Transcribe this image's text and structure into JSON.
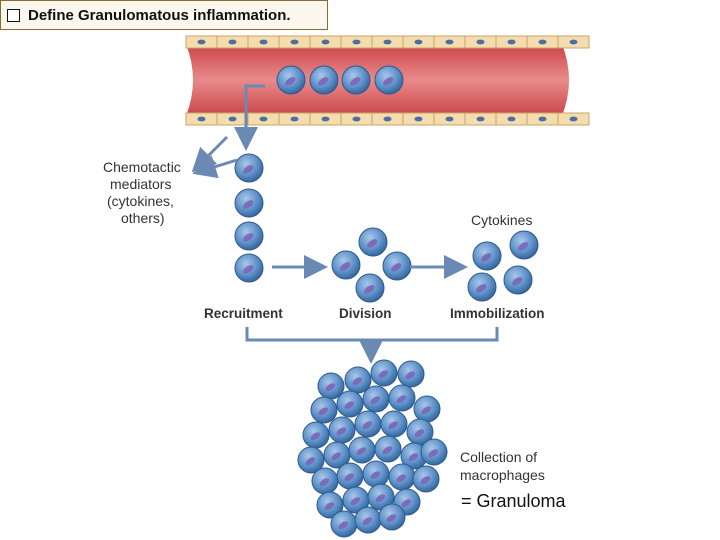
{
  "header": {
    "title": "Define Granulomatous inflammation."
  },
  "diagram": {
    "chemotactic_lines": [
      "Chemotactic",
      "mediators",
      "(cytokines,",
      "others)"
    ],
    "cytokines_label": "Cytokines",
    "stage_labels": {
      "recruitment": "Recruitment",
      "division": "Division",
      "immobilization": "Immobilization"
    },
    "collection_lines": [
      "Collection of",
      "macrophages"
    ],
    "granuloma_label": "= Granuloma"
  },
  "colors": {
    "vessel": "#d9575b",
    "endothelium": "#f4dcae",
    "endothelium_nucleus": "#4a6fa3",
    "cell_fill": "#5b8fc7",
    "cell_nucleus": "#7c6bb8",
    "arrow": "#6a89b3"
  }
}
